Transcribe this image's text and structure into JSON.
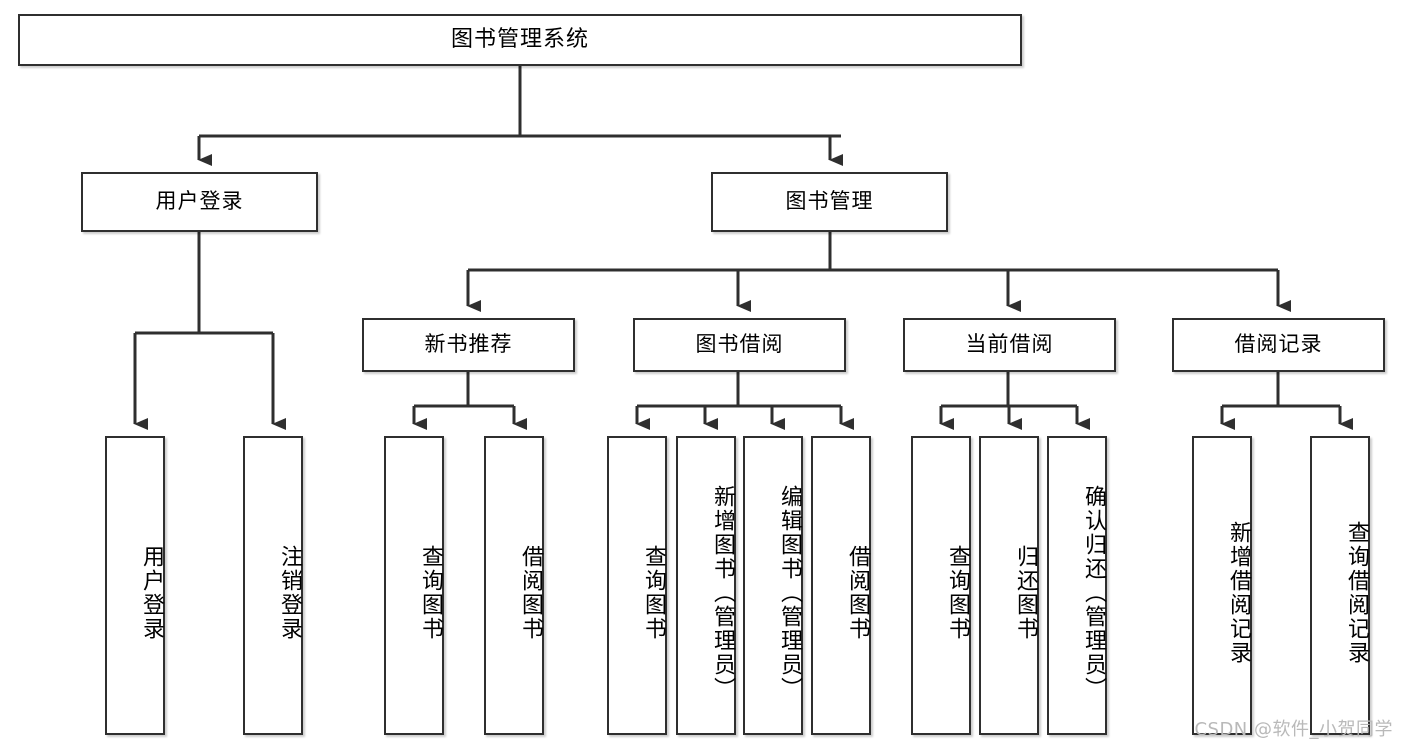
{
  "diagram": {
    "title": "图书管理系统",
    "type": "hierarchy-tree",
    "watermark": "CSDN @软件_小贺同学",
    "colors": {
      "node_border": "#2f2f2f",
      "node_fill": "#ffffff",
      "edge": "#2f2f2f",
      "text": "#000000",
      "watermark": "#b9b9b9",
      "background": "#ffffff"
    },
    "root": {
      "label": "图书管理系统"
    },
    "level2": [
      {
        "label": "用户登录"
      },
      {
        "label": "图书管理"
      }
    ],
    "level3": [
      {
        "label": "新书推荐"
      },
      {
        "label": "图书借阅"
      },
      {
        "label": "当前借阅"
      },
      {
        "label": "借阅记录"
      }
    ],
    "leaves": {
      "user_login": [
        {
          "label": "用户登录"
        },
        {
          "label": "注销登录"
        }
      ],
      "new_book_recommend": [
        {
          "label": "查询图书"
        },
        {
          "label": "借阅图书"
        }
      ],
      "book_borrow": [
        {
          "label": "查询图书"
        },
        {
          "label": "新增图书（管理员）"
        },
        {
          "label": "编辑图书（管理员）"
        },
        {
          "label": "借阅图书"
        }
      ],
      "current_borrow": [
        {
          "label": "查询图书"
        },
        {
          "label": "归还图书"
        },
        {
          "label": "确认归还（管理员）"
        }
      ],
      "borrow_record": [
        {
          "label": "新增借阅记录"
        },
        {
          "label": "查询借阅记录"
        }
      ]
    }
  }
}
